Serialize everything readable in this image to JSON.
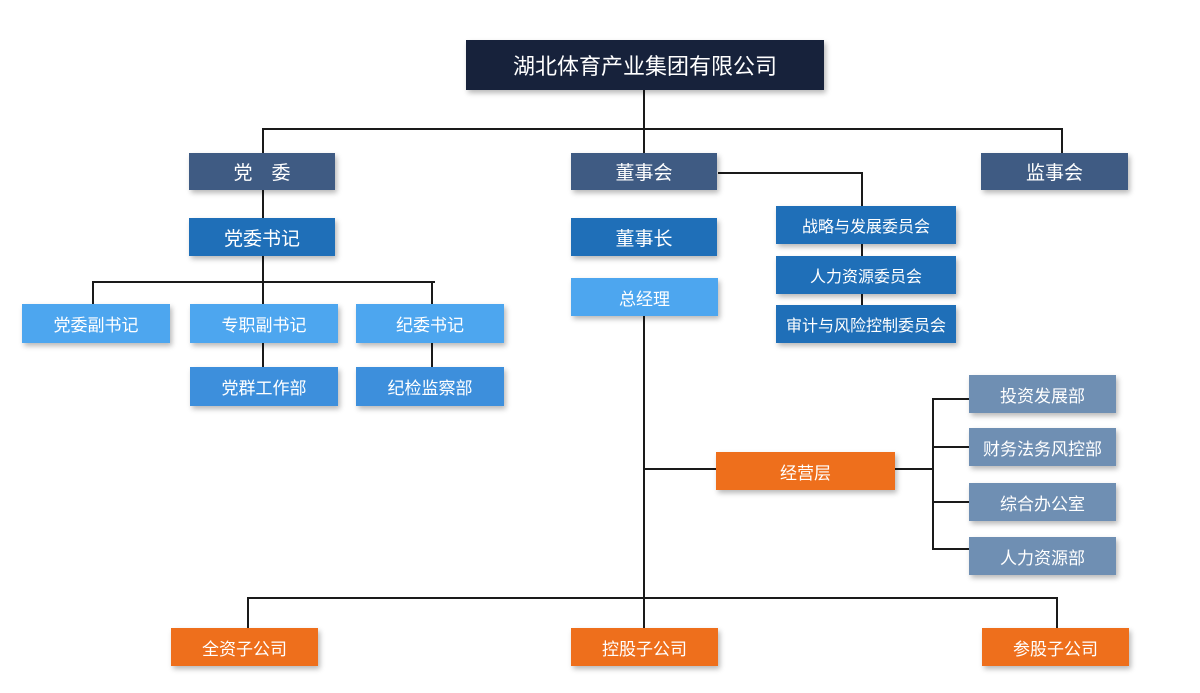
{
  "colors": {
    "root": "#17223b",
    "level1": "#3f5b83",
    "blue": "#1f6fb8",
    "light_blue": "#4da6ef",
    "mid_blue": "#3d8fdc",
    "gray_blue": "#6f8fb3",
    "orange": "#ee6f1c",
    "connector": "#1a1a1a"
  },
  "org": {
    "root": "湖北体育产业集团有限公司",
    "party_committee": "党　委",
    "board": "董事会",
    "supervisory_board": "监事会",
    "party_secretary": "党委书记",
    "chairman": "董事长",
    "general_manager": "总经理",
    "deputy_party_secretary": "党委副书记",
    "fulltime_deputy_secretary": "专职副书记",
    "discipline_secretary": "纪委书记",
    "party_mass_work_dept": "党群工作部",
    "discipline_inspection_dept": "纪检监察部",
    "strategy_committee": "战略与发展委员会",
    "hr_committee": "人力资源委员会",
    "audit_risk_committee": "审计与风险控制委员会",
    "management": "经营层",
    "investment_dept": "投资发展部",
    "finance_legal_dept": "财务法务风控部",
    "general_office": "综合办公室",
    "hr_dept": "人力资源部",
    "wholly_owned_subsidiary": "全资子公司",
    "holding_subsidiary": "控股子公司",
    "participating_subsidiary": "参股子公司"
  }
}
